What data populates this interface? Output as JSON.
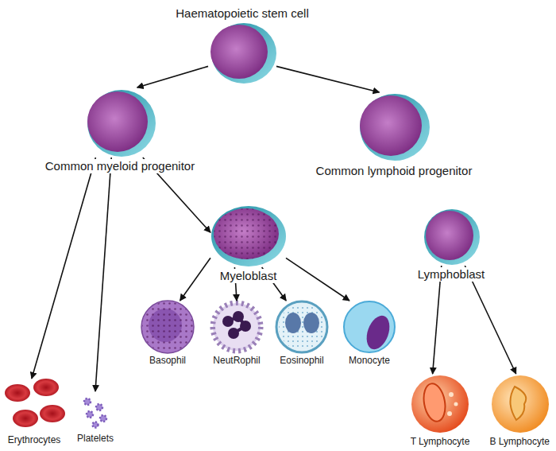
{
  "diagram": {
    "nodes": [
      {
        "text": [
          "Haematopoietic stem cell"
        ]
      },
      {
        "text": [
          "Common myeloid progenitor"
        ]
      },
      {
        "text": [
          "Common lymphoid progenitor"
        ]
      },
      {
        "text": [
          "Myeloblast"
        ]
      },
      {
        "text": [
          "Lymphoblast"
        ]
      },
      {
        "text": [
          "Basophil"
        ]
      },
      {
        "text": [
          "NeutRophil"
        ]
      },
      {
        "text": [
          "Eosinophil"
        ]
      },
      {
        "text": [
          "Monocyte"
        ]
      },
      {
        "text": [
          "Erythrocytes"
        ]
      },
      {
        "text": [
          "Platelets"
        ]
      },
      {
        "text": [
          "T Lymphocyte"
        ]
      },
      {
        "text": [
          "B Lymphocyte"
        ]
      }
    ],
    "edges": [
      {
        "from": 0,
        "to": 1,
        "arrow": "to"
      },
      {
        "from": 0,
        "to": 2,
        "arrow": "to"
      },
      {
        "from": 1,
        "to": 9,
        "arrow": "to"
      },
      {
        "from": 1,
        "to": 10,
        "arrow": "to"
      },
      {
        "from": 1,
        "to": 3,
        "arrow": "to"
      },
      {
        "from": 3,
        "to": 5,
        "arrow": "to"
      },
      {
        "from": 3,
        "to": 6,
        "arrow": "to"
      },
      {
        "from": 3,
        "to": 7,
        "arrow": "to"
      },
      {
        "from": 3,
        "to": 8,
        "arrow": "to"
      },
      {
        "from": 4,
        "to": 11,
        "arrow": "to"
      },
      {
        "from": 4,
        "to": 12,
        "arrow": "to"
      }
    ]
  }
}
